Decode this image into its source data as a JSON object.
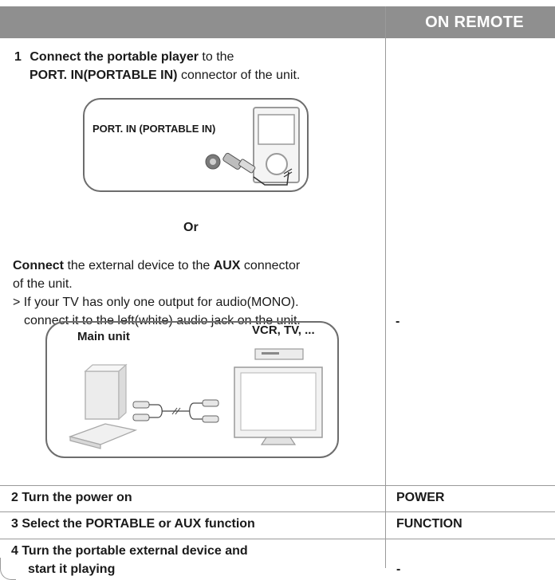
{
  "header": {
    "right_label": "ON REMOTE"
  },
  "step1": {
    "line1_number": "1",
    "line1_bold": "Connect the portable player",
    "line1_rest": "to the",
    "line2_bold": "PORT. IN(PORTABLE IN)",
    "line2_rest": "connector of the unit."
  },
  "diagram1": {
    "connector_label": "PORT. IN (PORTABLE IN)"
  },
  "or_label": "Or",
  "aux": {
    "line1_bold": "Connect",
    "line1_mid": "the external device to the",
    "line1_bold2": "AUX",
    "line1_end": "connector",
    "line2": "of the unit.",
    "line3": "> If your TV has only one output for audio(MONO).",
    "line4": "connect it to the left(white) audio jack on the unit."
  },
  "diagram2": {
    "main_unit_label": "Main unit",
    "devices_label": "VCR, TV, ..."
  },
  "remote": {
    "step1": "-",
    "step2": "POWER",
    "step3": "FUNCTION",
    "step4": "-"
  },
  "steps": {
    "step2": "2  Turn the power on",
    "step3": "3  Select the PORTABLE or AUX function",
    "step4_line1": "4  Turn the portable external device and",
    "step4_line2": "start it playing"
  },
  "colors": {
    "header_bg": "#8f8f8f",
    "header_text": "#ffffff",
    "rule": "#9a9a9a"
  }
}
